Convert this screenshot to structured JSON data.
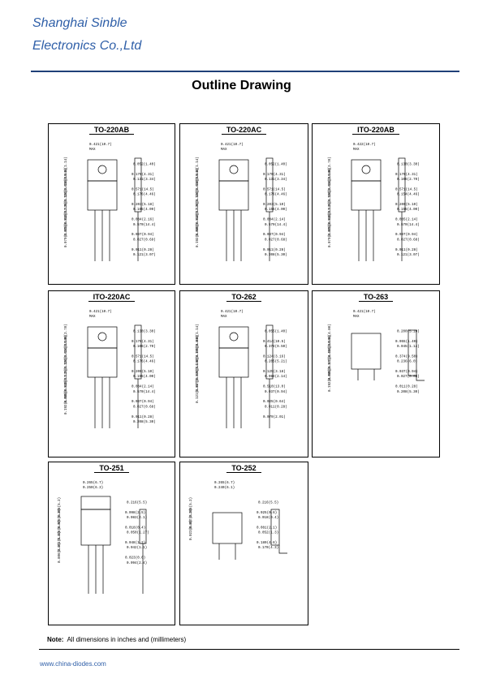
{
  "header": {
    "company_line1": "Shanghai Sinble",
    "company_line2": "Electronics Co.,Ltd"
  },
  "title": "Outline Drawing",
  "panels": [
    {
      "name": "TO-220AB",
      "dims": [
        "0.421(10.7)",
        "MAX",
        "0.052(1.40)",
        "0.045(1.14)",
        "0.170(4.31)",
        "0.131(3.34)",
        "0.610(15.5)",
        "0.571(14.5)",
        "0.176(4.46)",
        "0.124(3.16)",
        "0.203(5.18)",
        "0.165(4.09)",
        "0.125(3.18)",
        "0.084(2.16)",
        "0.570(14.4)",
        "0.510(12.9)",
        "0.037(0.94)",
        "0.027(0.69)",
        "0.025(0.64)",
        "0.011(0.28)",
        "0.121(3.07)",
        "0.079(2.01)"
      ]
    },
    {
      "name": "TO-220AC",
      "dims": [
        "0.421(10.7)",
        "MAX",
        "0.052(1.40)",
        "0.045(1.14)",
        "0.170(4.31)",
        "0.131(3.34)",
        "0.610(15.5)",
        "0.571(14.5)",
        "0.176(4.46)",
        "0.124(3.16)",
        "0.203(5.10)",
        "0.155(4.00)",
        "0.125(3.18)",
        "0.084(2.14)",
        "0.570(14.4)",
        "0.510(12.9)",
        "0.037(0.94)",
        "0.027(0.68)",
        "0.025(0.64)",
        "0.011(0.28)",
        "0.208(5.30)",
        "0.192(4.90)"
      ]
    },
    {
      "name": "ITO-220AB",
      "dims": [
        "0.422(10.7)",
        "MAX",
        "0.130(3.30)",
        "0.106(2.70)",
        "0.170(4.31)",
        "0.106(2.70)",
        "0.624(15.8)",
        "0.571(14.5)",
        "0.154(4.46)",
        "0.124(3.16)",
        "0.200(5.10)",
        "0.155(4.00)",
        "0.125(3.18)",
        "0.085(2.14)",
        "0.570(14.4)",
        "0.520(13.2)",
        "0.037(0.94)",
        "0.027(0.68)",
        "0.025(0.64)",
        "0.011(0.28)",
        "0.121(3.07)",
        "0.079(2.01)"
      ]
    },
    {
      "name": "ITO-220AC",
      "dims": [
        "0.421(10.7)",
        "MAX",
        "0.130(3.30)",
        "0.106(2.70)",
        "0.170(4.31)",
        "0.106(2.70)",
        "0.624(15.8)",
        "0.571(14.5)",
        "0.176(4.46)",
        "0.124(3.16)",
        "0.200(5.10)",
        "0.155(4.00)",
        "0.125(3.18)",
        "0.084(2.14)",
        "0.570(14.4)",
        "0.520(13.2)",
        "0.037(0.94)",
        "0.027(0.68)",
        "0.025(0.64)",
        "0.011(0.28)",
        "0.208(5.30)",
        "0.192(4.90)"
      ]
    },
    {
      "name": "TO-262",
      "dims": [
        "0.421(10.7)",
        "MAX",
        "0.055(1.40)",
        "0.045(1.14)",
        "0.414(10.5)",
        "0.374(9.50)",
        "0.175(4.46)",
        "0.124(3.16)",
        "0.205(5.21)",
        "0.150(4.00)",
        "0.125(3.18)",
        "0.084(2.14)",
        "0.576(14.6)",
        "0.510(13.0)",
        "0.037(0.94)",
        "0.027(0.68)",
        "0.025(0.64)",
        "0.011(0.28)",
        "0.121(3.07)",
        "0.079(2.01)"
      ]
    },
    {
      "name": "TO-263",
      "dims": [
        "0.421(10.7)",
        "MAX",
        "0.200(5.10)",
        "0.165(4.00)",
        "0.055(1.40)",
        "0.045(1.14)",
        "0.414(10.5)",
        "0.374(9.50)",
        "0.236(6.0)",
        "0.177(4.50)",
        "0.037(0.94)",
        "0.027(0.68)",
        "0.025(0.64)",
        "0.011(0.28)",
        "0.208(5.30)",
        "0.192(4.90)"
      ]
    },
    {
      "name": "TO-251",
      "dims": [
        "0.265(6.7)",
        "0.250(6.3)",
        "0.216(5.5)",
        "0.205(5.2)",
        "0.098(2.5)",
        "0.083(2.1)",
        "0.025(0.6)",
        "0.018(0.4)",
        "0.050(1.27)",
        "0.035(0.9)",
        "0.048(1.2)",
        "0.042(1.1)",
        "0.051(1.3)",
        "0.023(0.6)",
        "0.094(2.4)",
        "0.086(2.2)"
      ]
    },
    {
      "name": "TO-252",
      "dims": [
        "0.265(6.7)",
        "0.240(6.1)",
        "0.216(5.5)",
        "0.205(5.2)",
        "0.025(0.6)",
        "0.018(0.4)",
        "0.097(2.5)",
        "0.081(2.1)",
        "0.052(1.3)",
        "0.023(0.4)",
        "0.180(4.6)",
        "0.170(4.3)"
      ]
    }
  ],
  "note": {
    "label": "Note:",
    "text": "All dimensions in inches and (millimeters)"
  },
  "footer": {
    "url": "www.china-diodes.com"
  }
}
